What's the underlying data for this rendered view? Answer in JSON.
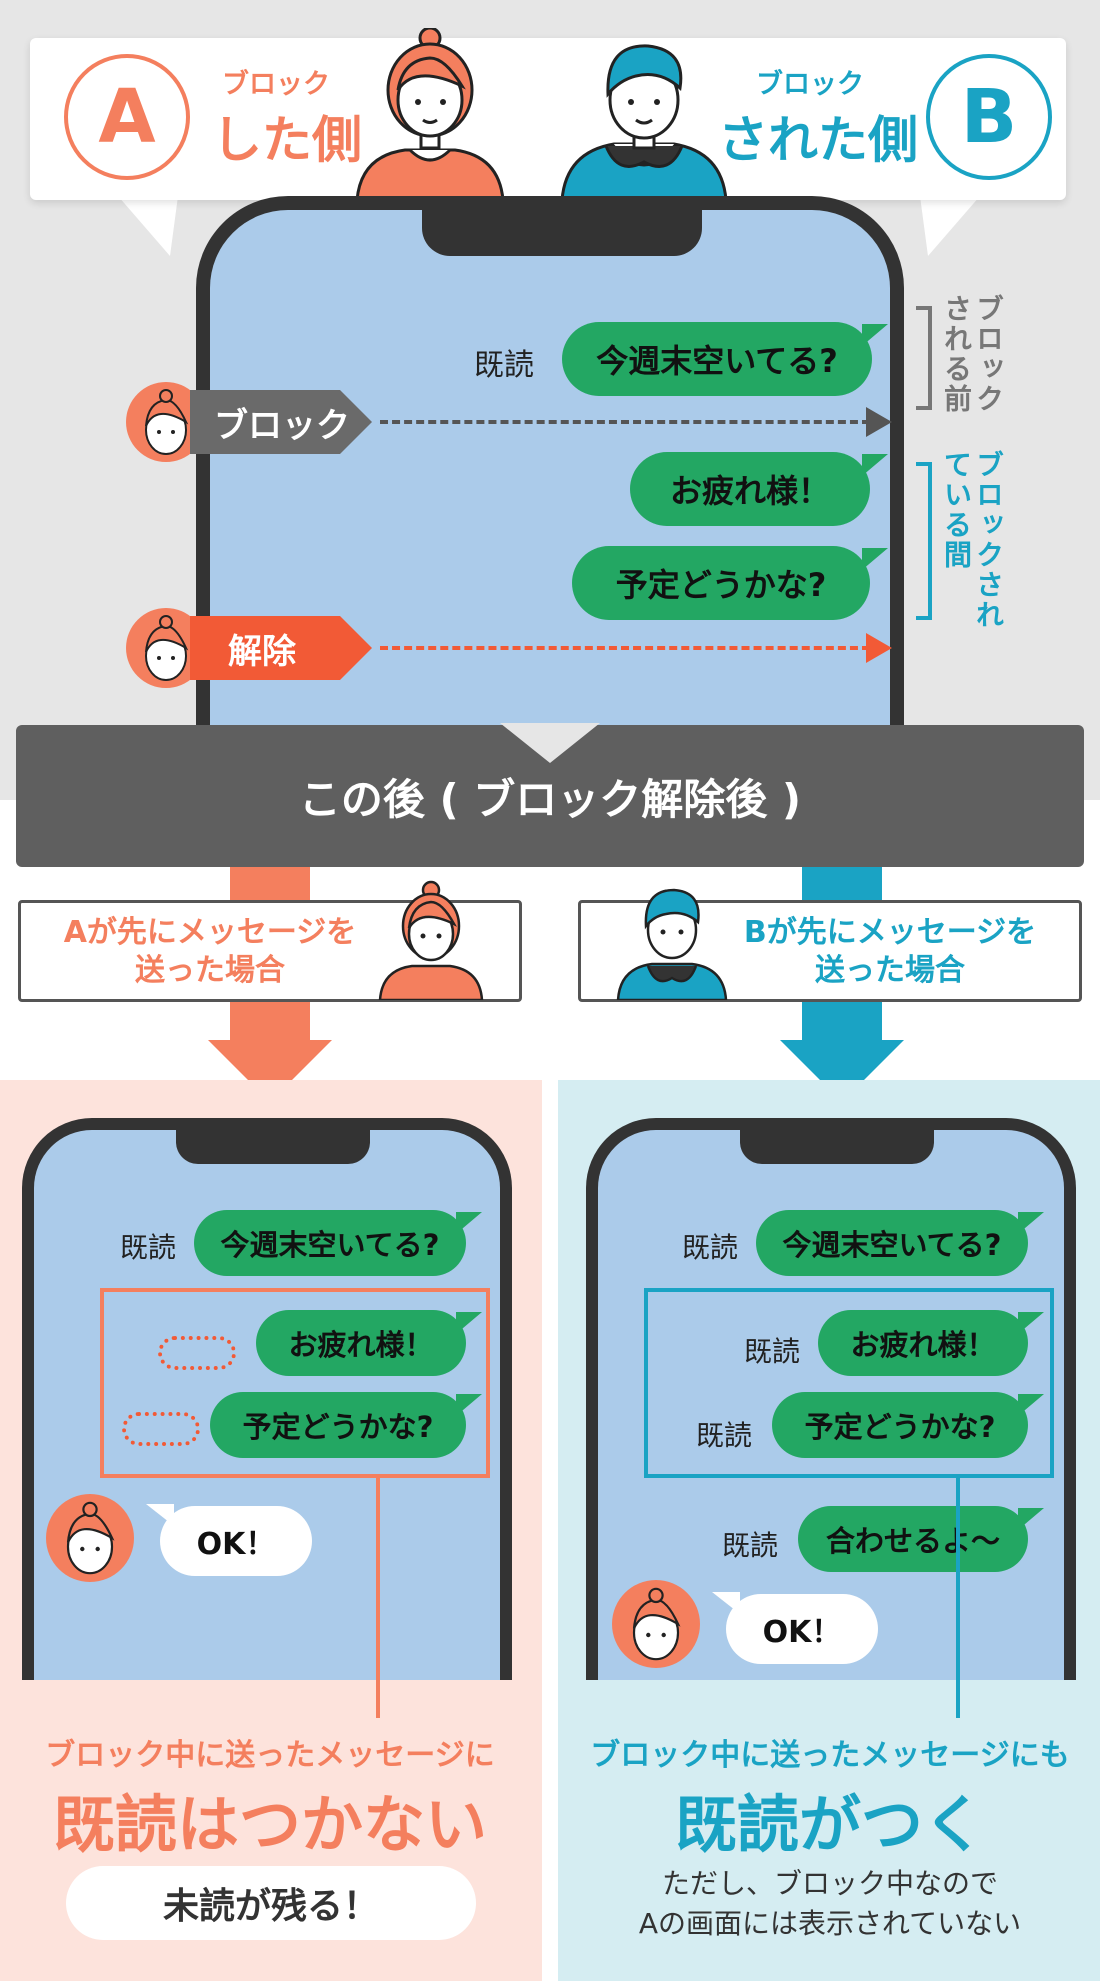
{
  "header": {
    "a_letter": "A",
    "a_sub": "ブロック",
    "a_main": "した側",
    "b_letter": "B",
    "b_sub": "ブロック",
    "b_main": "された側"
  },
  "top_chat": {
    "read_label": "既読",
    "msg1": "今週末空いてる?",
    "block_label": "ブロック",
    "msg2": "お疲れ様！",
    "msg3": "予定どうかな?",
    "unblock_label": "解除",
    "side_before": "ブロックされる前",
    "side_during": "ブロックされている間"
  },
  "banner": {
    "text": "この後 ( ブロック解除後 )"
  },
  "cases": {
    "a": "Aが先にメッセージを送った場合",
    "a_line1": "Aが先にメッセージを",
    "a_line2": "送った場合",
    "b_line1": "Bが先にメッセージを",
    "b_line2": "送った場合"
  },
  "left_phone": {
    "read_label": "既読",
    "msg1": "今週末空いてる?",
    "msg2": "お疲れ様！",
    "msg3": "予定どうかな?",
    "reply": "OK！"
  },
  "right_phone": {
    "read1": "既読",
    "msg1": "今週末空いてる?",
    "read2": "既読",
    "msg2": "お疲れ様！",
    "read3": "既読",
    "msg3": "予定どうかな?",
    "read4": "既読",
    "msg4": "合わせるよ〜",
    "reply": "OK！"
  },
  "result_left": {
    "small": "ブロック中に送ったメッセージに",
    "big": "既読はつかない",
    "pill": "未読が残る！"
  },
  "result_right": {
    "small": "ブロック中に送ったメッセージにも",
    "big": "既読がつく",
    "note1": "ただし、ブロック中なので",
    "note2": "Aの画面には表示されていない"
  },
  "colors": {
    "orange": "#f47f5e",
    "teal": "#1aa3c4",
    "green_bubble": "#23a763",
    "unblock_red": "#f25a36",
    "gray_banner": "#5f5f5f"
  }
}
